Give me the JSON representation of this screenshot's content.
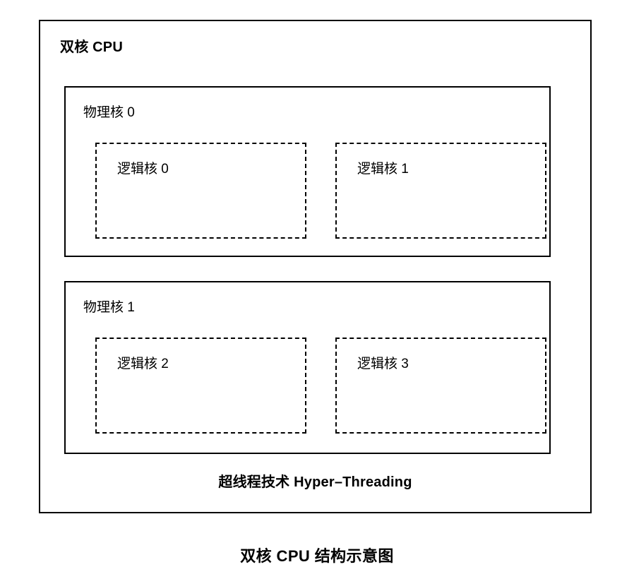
{
  "diagram": {
    "caption": "双核 CPU 结构示意图",
    "package": {
      "title": "双核 CPU",
      "footer_label": "超线程技术 Hyper–Threading",
      "physical_cores": [
        {
          "label": "物理核 0",
          "logical_cores": [
            {
              "label": "逻辑核 0"
            },
            {
              "label": "逻辑核 1"
            }
          ]
        },
        {
          "label": "物理核 1",
          "logical_cores": [
            {
              "label": "逻辑核 2"
            },
            {
              "label": "逻辑核 3"
            }
          ]
        }
      ]
    },
    "style": {
      "background_color": "#ffffff",
      "stroke_color": "#000000",
      "text_color": "#000000",
      "solid_border": "solid",
      "dashed_border": "dashed"
    }
  },
  "chart_data": {
    "type": "diagram",
    "title": "双核 CPU 结构示意图",
    "nodes": [
      {
        "id": "cpu",
        "label": "双核 CPU",
        "level": 0,
        "border": "solid"
      },
      {
        "id": "core0",
        "label": "物理核 0",
        "level": 1,
        "parent": "cpu",
        "border": "solid"
      },
      {
        "id": "core1",
        "label": "物理核 1",
        "level": 1,
        "parent": "cpu",
        "border": "solid"
      },
      {
        "id": "lcore0",
        "label": "逻辑核 0",
        "level": 2,
        "parent": "core0",
        "border": "dashed"
      },
      {
        "id": "lcore1",
        "label": "逻辑核 1",
        "level": 2,
        "parent": "core0",
        "border": "dashed"
      },
      {
        "id": "lcore2",
        "label": "逻辑核 2",
        "level": 2,
        "parent": "core1",
        "border": "dashed"
      },
      {
        "id": "lcore3",
        "label": "逻辑核 3",
        "level": 2,
        "parent": "core1",
        "border": "dashed"
      }
    ],
    "annotations": [
      "超线程技术 Hyper–Threading"
    ]
  }
}
